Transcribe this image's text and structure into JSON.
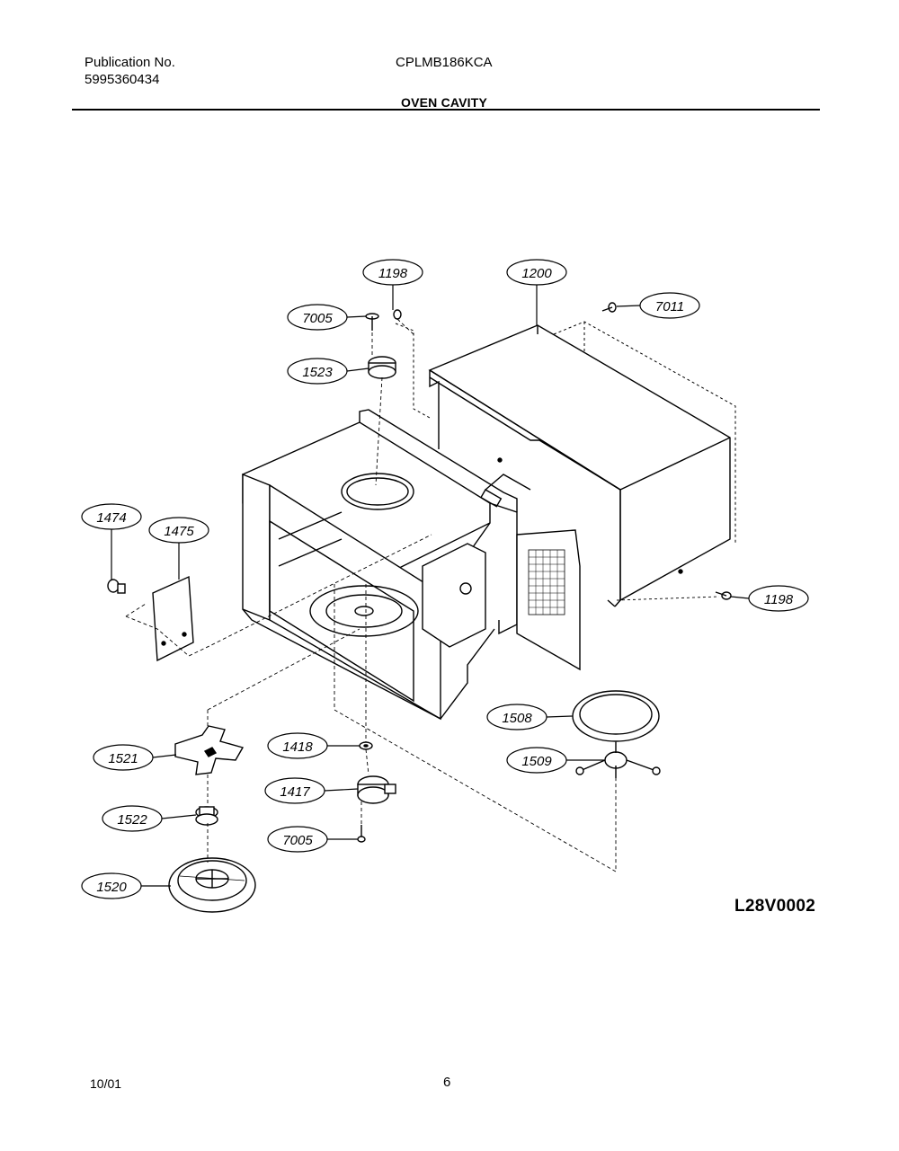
{
  "header": {
    "publication_label": "Publication No.",
    "publication_number": "5995360434",
    "model": "CPLMB186KCA",
    "section_title": "OVEN CAVITY"
  },
  "diagram": {
    "code": "L28V0002",
    "callouts": [
      {
        "id": "c1198a",
        "label": "1198"
      },
      {
        "id": "c1200",
        "label": "1200"
      },
      {
        "id": "c7011",
        "label": "7011"
      },
      {
        "id": "c7005a",
        "label": "7005"
      },
      {
        "id": "c1523",
        "label": "1523"
      },
      {
        "id": "c1474",
        "label": "1474"
      },
      {
        "id": "c1475",
        "label": "1475"
      },
      {
        "id": "c1198b",
        "label": "1198"
      },
      {
        "id": "c1508",
        "label": "1508"
      },
      {
        "id": "c1509",
        "label": "1509"
      },
      {
        "id": "c1521",
        "label": "1521"
      },
      {
        "id": "c1418",
        "label": "1418"
      },
      {
        "id": "c1417",
        "label": "1417"
      },
      {
        "id": "c1522",
        "label": "1522"
      },
      {
        "id": "c7005b",
        "label": "7005"
      },
      {
        "id": "c1520",
        "label": "1520"
      }
    ]
  },
  "footer": {
    "date": "10/01",
    "page": "6"
  }
}
